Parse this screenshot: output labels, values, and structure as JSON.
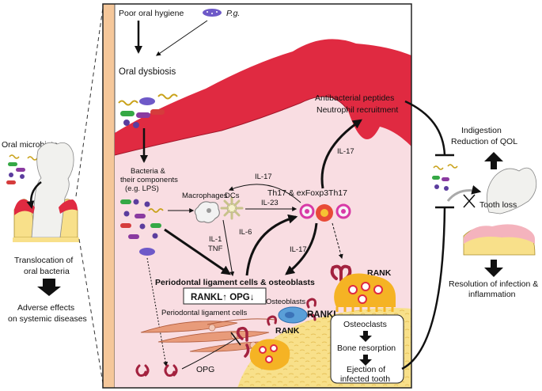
{
  "left": {
    "oral_microbiota": "Oral microbiota",
    "translocation_line1": "Translocation of",
    "translocation_line2": "oral bacteria",
    "adverse_line1": "Adverse effects",
    "adverse_line2": "on systemic diseases"
  },
  "main": {
    "poor_oral_hygiene": "Poor oral hygiene",
    "pg": "P.g.",
    "oral_dysbiosis": "Oral dysbiosis",
    "bacteria_line1": "Bacteria &",
    "bacteria_line2": "their components",
    "bacteria_line3": "(e.g. LPS)",
    "macrophages": "Macrophages",
    "dcs": "DCs",
    "il17_top": "IL-17",
    "il23": "IL-23",
    "th17": "Th17 & exFoxp3Th17",
    "il1": "IL-1",
    "tnf": "TNF",
    "il6": "IL-6",
    "il17_mid": "IL-17",
    "il17_upper": "IL-17",
    "antibacterial_line1": "Antibacterial peptides",
    "antibacterial_line2": "Neutrophil recruitment",
    "plo_cells": "Periodontal ligament cells & osteoblasts",
    "rankl_opg": "RANKL↑ OPG↓",
    "osteoblasts": "Osteoblasts",
    "pdl_cells": "Periodontal ligament cells",
    "rank_top": "RANK",
    "rankl": "RANKL",
    "rank_bottom": "RANK",
    "opg": "OPG",
    "osteoclasts": "Osteoclasts",
    "bone_resorption": "Bone resorption",
    "ejection_line1": "Ejection of",
    "ejection_line2": "infected tooth"
  },
  "right": {
    "indigestion": "Indigestion",
    "reduction_qol": "Reduction of QOL",
    "tooth_loss": "Tooth loss",
    "resolution_line1": "Resolution of infection &",
    "resolution_line2": "inflammation"
  },
  "colors": {
    "gum": "#e02a41",
    "tissue": "#f9dde2",
    "bone": "#f8e08a",
    "cell_magenta": "#d83aa6",
    "receptor": "#a3223f",
    "osteoclast": "#f5b324"
  }
}
